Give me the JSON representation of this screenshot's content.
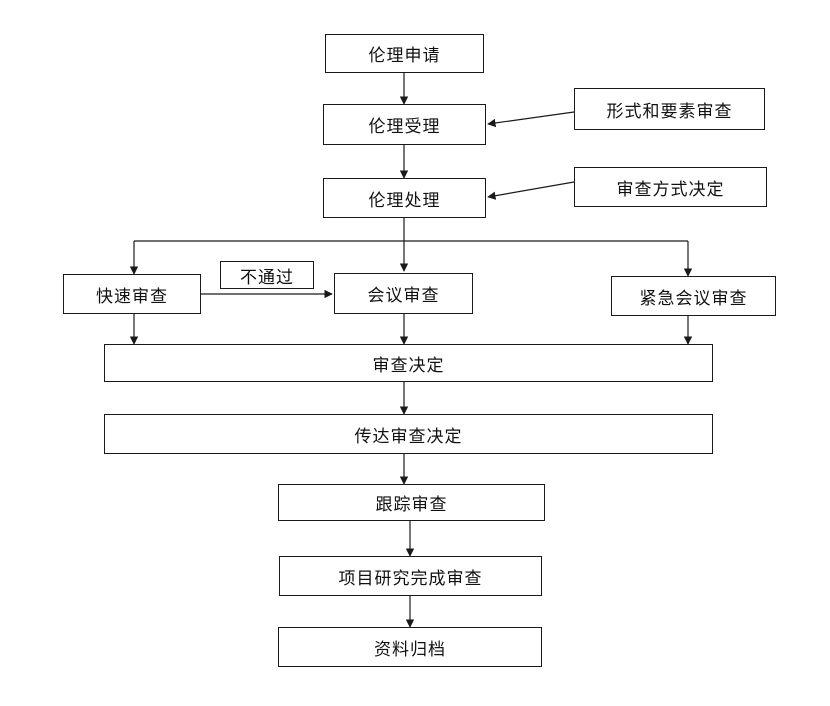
{
  "nodes": {
    "ethics_application": "伦理申请",
    "ethics_acceptance": "伦理受理",
    "formal_review": "形式和要素审查",
    "ethics_processing": "伦理处理",
    "review_method_decision": "审查方式决定",
    "expedited_review": "快速审查",
    "not_passed": "不通过",
    "meeting_review": "会议审查",
    "emergency_meeting_review": "紧急会议审查",
    "review_decision": "审查决定",
    "communicate_review_decision": "传达审查决定",
    "follow_up_review": "跟踪审查",
    "project_completion_review": "项目研究完成审查",
    "archive": "资料归档"
  },
  "colors": {
    "line": "#1a1a1a",
    "text": "#111111",
    "background": "#ffffff"
  }
}
